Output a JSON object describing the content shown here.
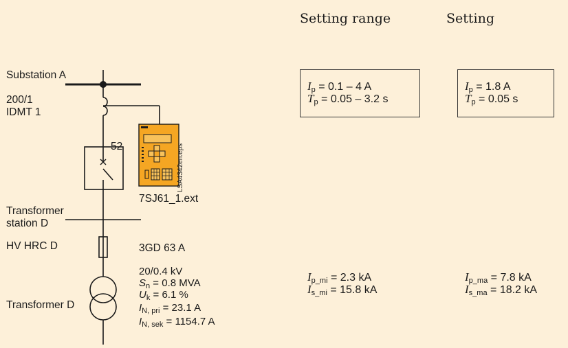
{
  "headers": {
    "setting_range": "Setting range",
    "setting": "Setting"
  },
  "labels": {
    "substation_a": "Substation A",
    "ct_ratio": "200/1",
    "idmt": "IDMT 1",
    "breaker_no": "52",
    "eps_file": "LSA4342en.eps",
    "relay_name": "7SJ61_1.ext",
    "transformer_station_line1": "Transformer",
    "transformer_station_line2": "station D",
    "hv_hrc": "HV HRC D",
    "fuse_rating": "3GD 63 A",
    "transformer_d": "Transformer D"
  },
  "transformer_data": {
    "voltage": "20/0.4 kV",
    "sn_var": "S",
    "sn_sub": "n",
    "sn_val": " = 0.8 MVA",
    "uk_var": "U",
    "uk_sub": "k",
    "uk_val": " = 6.1 %",
    "in_pri_var": "I",
    "in_pri_sub": "N, pri",
    "in_pri_val": " = 23.1 A",
    "in_sek_var": "I",
    "in_sek_sub": "N, sek",
    "in_sek_val": " = 1154.7 A"
  },
  "setting_range": {
    "ip_var": "I",
    "ip_sub": "p",
    "ip_val": " = 0.1 – 4 A",
    "tp_var": "T",
    "tp_sub": "p",
    "tp_val": " = 0.05 – 3.2 s"
  },
  "setting": {
    "ip_var": "I",
    "ip_sub": "p",
    "ip_val": " = 1.8 A",
    "tp_var": "T",
    "tp_sub": "p",
    "tp_val": " = 0.05 s"
  },
  "fault_min": {
    "ip_var": "I",
    "ip_sub": "p_mi",
    "ip_val": " = 2.3 kA",
    "is_var": "I",
    "is_sub": "s_mi",
    "is_val": " = 15.8 kA"
  },
  "fault_max": {
    "ip_var": "I",
    "ip_sub": "p_ma",
    "ip_val": " = 7.8 kA",
    "is_var": "I",
    "is_sub": "s_ma",
    "is_val": " = 18.2 kA"
  },
  "colors": {
    "background": "#fdf0d9",
    "relay_body": "#f5a623",
    "line": "#1a1a1a"
  }
}
